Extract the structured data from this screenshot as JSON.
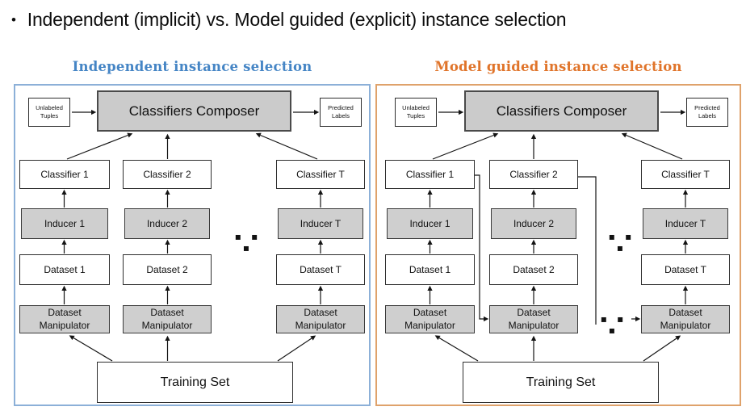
{
  "title": {
    "bullet": "•",
    "text": "Independent (implicit) vs. Model guided (explicit) instance selection"
  },
  "ellipsis": "▪ ▪ ▪",
  "colors": {
    "independent_accent": "#4585c5",
    "independent_border": "#8cb0d8",
    "guided_accent": "#e0742a",
    "guided_border": "#dfa26b",
    "box_gray_fill": "#cfcfcf",
    "line_color": "#141414"
  },
  "panels": [
    {
      "heading": "Independent instance selection",
      "accent_color": "#4585c5",
      "border_color": "#8cb0d8",
      "io_left": {
        "line1": "Unlabeled",
        "line2": "Tuples"
      },
      "composer": "Classifiers Composer",
      "io_right": {
        "line1": "Predicted",
        "line2": "Labels"
      },
      "columns": [
        {
          "classifier": "Classifier 1",
          "inducer": "Inducer 1",
          "dataset": "Dataset 1",
          "manipulator_line1": "Dataset",
          "manipulator_line2": "Manipulator"
        },
        {
          "classifier": "Classifier 2",
          "inducer": "Inducer 2",
          "dataset": "Dataset 2",
          "manipulator_line1": "Dataset",
          "manipulator_line2": "Manipulator"
        },
        {
          "classifier": "Classifier T",
          "inducer": "Inducer T",
          "dataset": "Dataset T",
          "manipulator_line1": "Dataset",
          "manipulator_line2": "Manipulator"
        }
      ],
      "training_set": "Training Set"
    },
    {
      "heading": "Model guided instance selection",
      "accent_color": "#e0742a",
      "border_color": "#dfa26b",
      "io_left": {
        "line1": "Unlabeled",
        "line2": "Tuples"
      },
      "composer": "Classifiers Composer",
      "io_right": {
        "line1": "Predicted",
        "line2": "Labels"
      },
      "columns": [
        {
          "classifier": "Classifier 1",
          "inducer": "Inducer 1",
          "dataset": "Dataset 1",
          "manipulator_line1": "Dataset",
          "manipulator_line2": "Manipulator"
        },
        {
          "classifier": "Classifier 2",
          "inducer": "Inducer 2",
          "dataset": "Dataset 2",
          "manipulator_line1": "Dataset",
          "manipulator_line2": "Manipulator"
        },
        {
          "classifier": "Classifier T",
          "inducer": "Inducer T",
          "dataset": "Dataset T",
          "manipulator_line1": "Dataset",
          "manipulator_line2": "Manipulator"
        }
      ],
      "training_set": "Training Set"
    }
  ]
}
